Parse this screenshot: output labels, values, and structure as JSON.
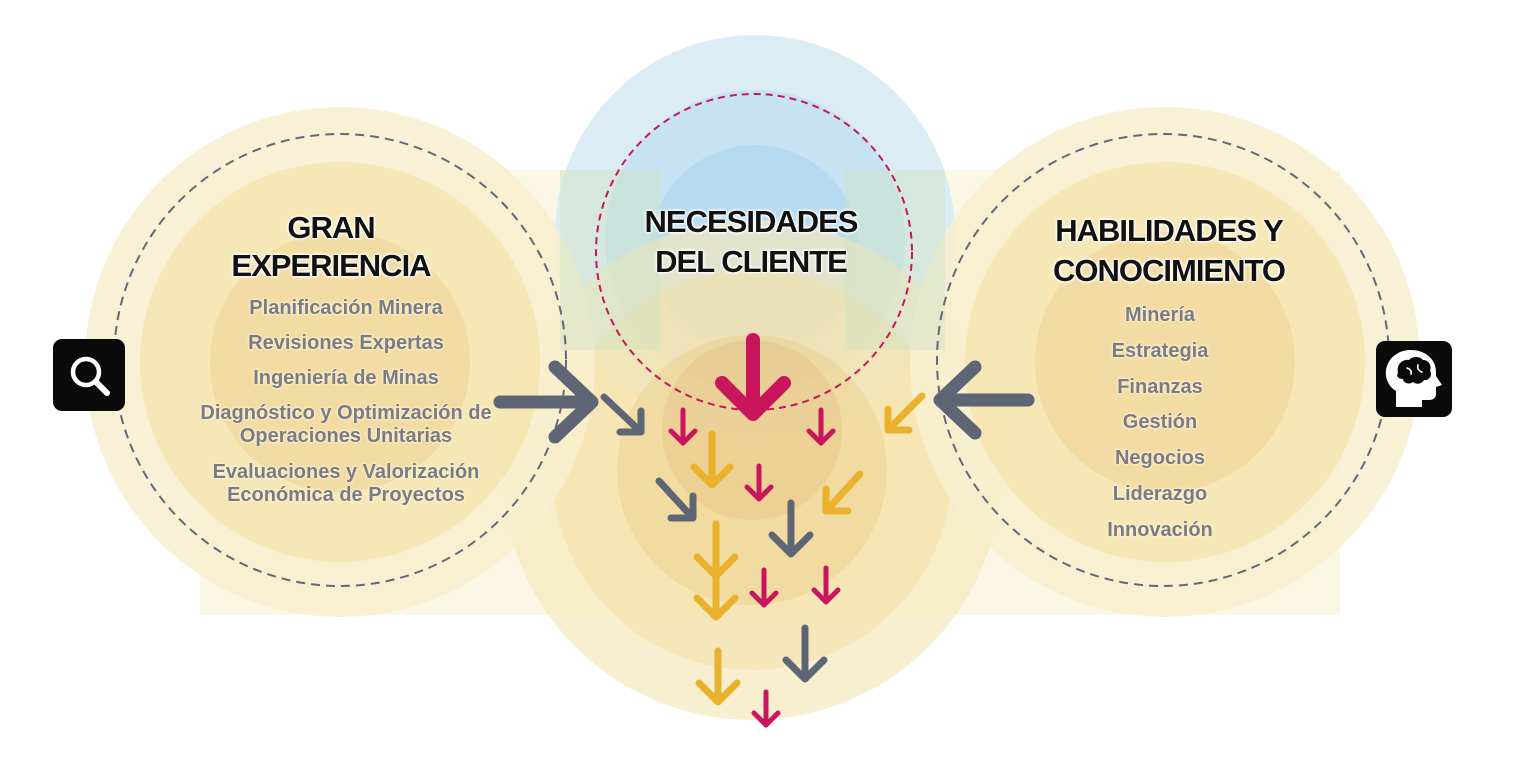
{
  "left": {
    "title_line1": "GRAN",
    "title_line2": "EXPERIENCIA",
    "items": [
      "Planificación Minera",
      "Revisiones Expertas",
      "Ingeniería de Minas",
      "Diagnóstico y Optimización de",
      "Operaciones Unitarias",
      "Evaluaciones y Valorización",
      "Económica de Proyectos"
    ],
    "icon": "search-icon"
  },
  "center": {
    "title_line1": "NECESIDADES",
    "title_line2": "DEL CLIENTE"
  },
  "right": {
    "title_line1": "HABILIDADES Y",
    "title_line2": "CONOCIMIENTO",
    "items": [
      "Minería",
      "Estrategia",
      "Finanzas",
      "Gestión",
      "Negocios",
      "Liderazgo",
      "Innovación"
    ],
    "icon": "head-brain-icon"
  },
  "colors": {
    "gold_ring": "#f4d98a",
    "blue_ring": "#bfe0f2",
    "magenta_arrow": "#c9155e",
    "gray_arrow": "#5e6676",
    "yellow_arrow": "#e9b22d",
    "text_gray": "#7b7b83",
    "title_black": "#111111"
  }
}
